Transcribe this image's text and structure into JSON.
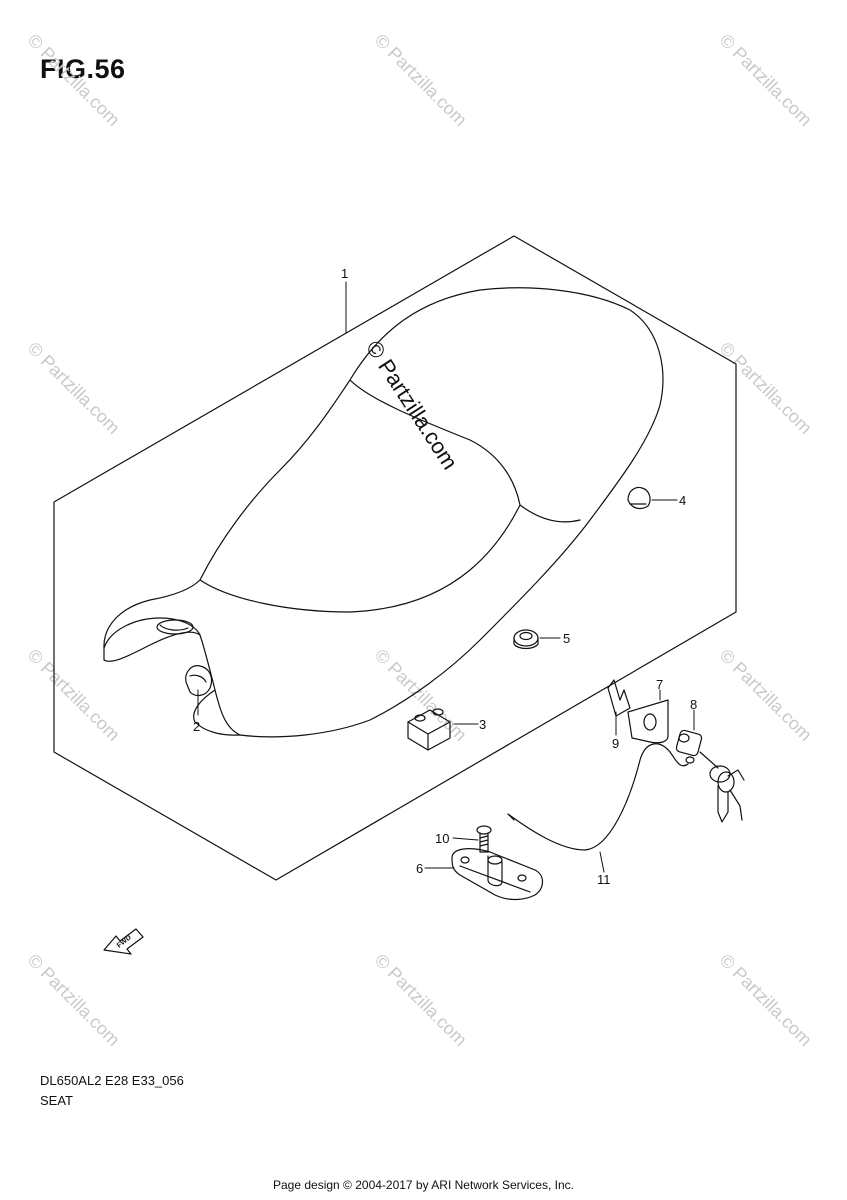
{
  "figure": {
    "title": "FIG.56",
    "diagram_code": "DL650AL2 E28 E33_056",
    "assembly_name": "SEAT"
  },
  "callouts": [
    {
      "number": "1"
    },
    {
      "number": "2"
    },
    {
      "number": "3"
    },
    {
      "number": "4"
    },
    {
      "number": "5"
    },
    {
      "number": "6"
    },
    {
      "number": "7"
    },
    {
      "number": "8"
    },
    {
      "number": "9"
    },
    {
      "number": "10"
    },
    {
      "number": "11"
    }
  ],
  "fwd_arrow": {
    "label": "FWD"
  },
  "watermark": {
    "text": "© Partzilla.com"
  },
  "footer": {
    "text": "Page design © 2004-2017 by ARI Network Services, Inc."
  },
  "colors": {
    "line": "#111111",
    "watermark": "#c9c9c9"
  }
}
